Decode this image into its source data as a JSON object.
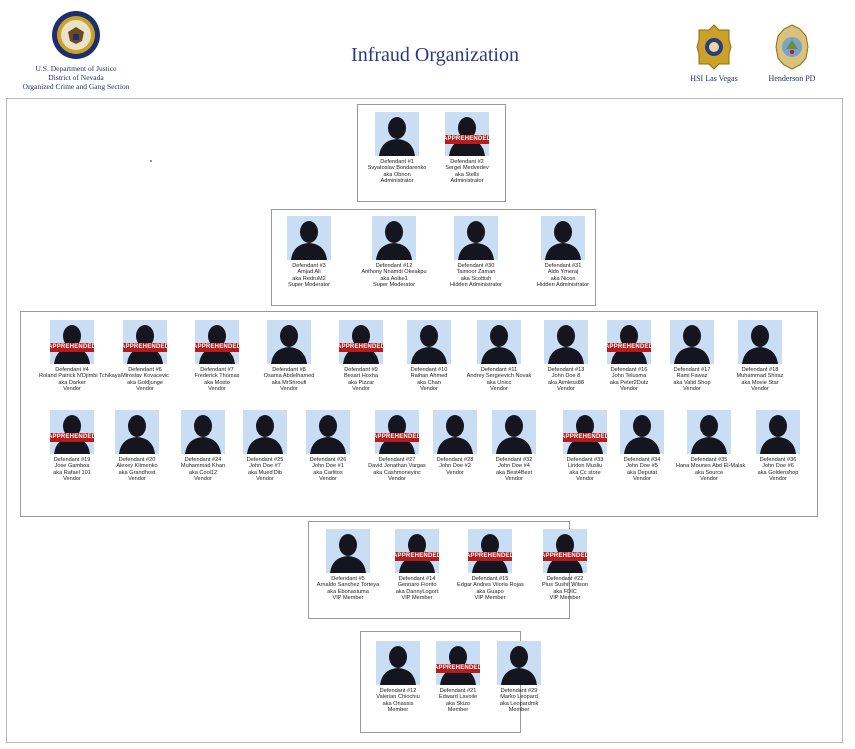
{
  "header": {
    "doj_lines": [
      "U.S. Department of Justice",
      "District of Nevada",
      "Organized Crime and Gang Section"
    ],
    "title": "Infraud Organization",
    "badges": [
      {
        "label": "HSI Las Vegas",
        "icon": "hsi-badge-icon"
      },
      {
        "label": "Henderson PD",
        "icon": "henderson-pd-badge-icon"
      }
    ]
  },
  "colors": {
    "title": "#2d3a85",
    "stamp": "#b71c1c",
    "photo_bg": "#c9def4",
    "silhouette": "#15151f"
  },
  "stamp_text": "APPREHENDED",
  "tiers": [
    {
      "name": "administrators",
      "members": [
        {
          "lines": [
            "Defendant #1",
            "Svyatoslav Bondarenko",
            "aka Obnon",
            "Administrator"
          ],
          "apprehended": false
        },
        {
          "lines": [
            "Defendant #2",
            "Sergei Medvedev",
            "aka Stells",
            "Administrator"
          ],
          "apprehended": true
        }
      ]
    },
    {
      "name": "moderators",
      "members": [
        {
          "lines": [
            "Defendant #3",
            "Amjad Ali",
            "aka RedruM2",
            "Super Moderator"
          ],
          "apprehended": false
        },
        {
          "lines": [
            "Defendant #12",
            "Anthony Nnamdi Okeakpu",
            "aka Aolke1",
            "Super Moderator"
          ],
          "apprehended": false
        },
        {
          "lines": [
            "Defendant #30",
            "Taimoor Zaman",
            "aka Scottish",
            "Hidden Administrator"
          ],
          "apprehended": false
        },
        {
          "lines": [
            "Defendant #31",
            "Aldo Ymeraj",
            "aka Nicon",
            "Hidden Administrator"
          ],
          "apprehended": false
        }
      ]
    },
    {
      "name": "vendors",
      "members": [
        {
          "lines": [
            "Defendant #4",
            "Roland Patrick N'Djimbi Tchikaya",
            "aka Darker",
            "Vendor"
          ],
          "apprehended": true
        },
        {
          "lines": [
            "Defendant #6",
            "Miroslav Kovacevic",
            "aka Goldjunge",
            "Vendor"
          ],
          "apprehended": true
        },
        {
          "lines": [
            "Defendant #7",
            "Frederick Thomas",
            "aka Mosto",
            "Vendor"
          ],
          "apprehended": true
        },
        {
          "lines": [
            "Defendant #8",
            "Osama Abdelhamed",
            "aka MrShroufi",
            "Vendor"
          ],
          "apprehended": false
        },
        {
          "lines": [
            "Defendant #9",
            "Besart Hoxha",
            "aka Pizzar",
            "Vendor"
          ],
          "apprehended": true
        },
        {
          "lines": [
            "Defendant #10",
            "Raihan Ahmed",
            "aka Chan",
            "Vendor"
          ],
          "apprehended": false
        },
        {
          "lines": [
            "Defendant #11",
            "Andrey Sergeevich Novak",
            "aka Unicc",
            "Vendor"
          ],
          "apprehended": false
        },
        {
          "lines": [
            "Defendant #13",
            "John Doe 8",
            "aka Aimless88",
            "Vendor"
          ],
          "apprehended": false
        },
        {
          "lines": [
            "Defendant #16",
            "John Telusma",
            "aka Peter2Dutz",
            "Vendor"
          ],
          "apprehended": true
        },
        {
          "lines": [
            "Defendant #17",
            "Rami Fawaz",
            "aka Valid Shop",
            "Vendor"
          ],
          "apprehended": false
        },
        {
          "lines": [
            "Defendant #18",
            "Muhammad Shiraz",
            "aka Movie Star",
            "Vendor"
          ],
          "apprehended": false
        },
        {
          "lines": [
            "Defendant #19",
            "Jose Gamboa",
            "aka Rafael 101",
            "Vendor"
          ],
          "apprehended": true
        },
        {
          "lines": [
            "Defendant #20",
            "Alexey Klimenko",
            "aka Grandhost",
            "Vendor"
          ],
          "apprehended": false
        },
        {
          "lines": [
            "Defendant #24",
            "Muhammad Khan",
            "aka Cool12",
            "Vendor"
          ],
          "apprehended": false
        },
        {
          "lines": [
            "Defendant #25",
            "John Doe #7",
            "aka Mued'Dib",
            "Vendor"
          ],
          "apprehended": false
        },
        {
          "lines": [
            "Defendant #26",
            "John Doe #1",
            "aka Carlitos",
            "Vendor"
          ],
          "apprehended": false
        },
        {
          "lines": [
            "Defendant #27",
            "David Jonathan Vargas",
            "aka Cashmoneyinc",
            "Vendor"
          ],
          "apprehended": true
        },
        {
          "lines": [
            "Defendant #28",
            "John Doe #2",
            "Vendor"
          ],
          "apprehended": false
        },
        {
          "lines": [
            "Defendant #32",
            "John Doe #4",
            "aka Best4Best",
            "Vendor"
          ],
          "apprehended": false
        },
        {
          "lines": [
            "Defendant #33",
            "Liridon Musliu",
            "aka Cc store",
            "Vendor"
          ],
          "apprehended": true
        },
        {
          "lines": [
            "Defendant #34",
            "John Doe #5",
            "aka Deputat",
            "Vendor"
          ],
          "apprehended": false
        },
        {
          "lines": [
            "Defendant #35",
            "Hana Mounes Abd El-Malak",
            "aka Source",
            "Vendor"
          ],
          "apprehended": false
        },
        {
          "lines": [
            "Defendant #36",
            "John Doe #6",
            "aka Goldenshop",
            "Vendor"
          ],
          "apprehended": false
        }
      ]
    },
    {
      "name": "vip-members",
      "members": [
        {
          "lines": [
            "Defendant #5",
            "Arnaldo Sanchez Torteya",
            "aka Ebonasiuma",
            "VIP Member"
          ],
          "apprehended": false
        },
        {
          "lines": [
            "Defendant #14",
            "Gennaro Fiorito",
            "aka DannyLogort",
            "VIP Member"
          ],
          "apprehended": true
        },
        {
          "lines": [
            "Defendant #15",
            "Edgar Andres Viloria Rojas",
            "aka Guapo",
            "VIP Member"
          ],
          "apprehended": true
        },
        {
          "lines": [
            "Defendant #22",
            "Pius Sushil Wilson",
            "aka FDIC",
            "VIP Member"
          ],
          "apprehended": true
        }
      ]
    },
    {
      "name": "members",
      "members": [
        {
          "lines": [
            "Defendant #12",
            "Valerian Chiochiu",
            "aka Onassis",
            "Member"
          ],
          "apprehended": false
        },
        {
          "lines": [
            "Defendant #21",
            "Edward Lavoile",
            "aka Skizo",
            "Member"
          ],
          "apprehended": true
        },
        {
          "lines": [
            "Defendant #29",
            "Marko Leopard",
            "aka Leopardmk",
            "Member"
          ],
          "apprehended": false
        }
      ]
    }
  ]
}
